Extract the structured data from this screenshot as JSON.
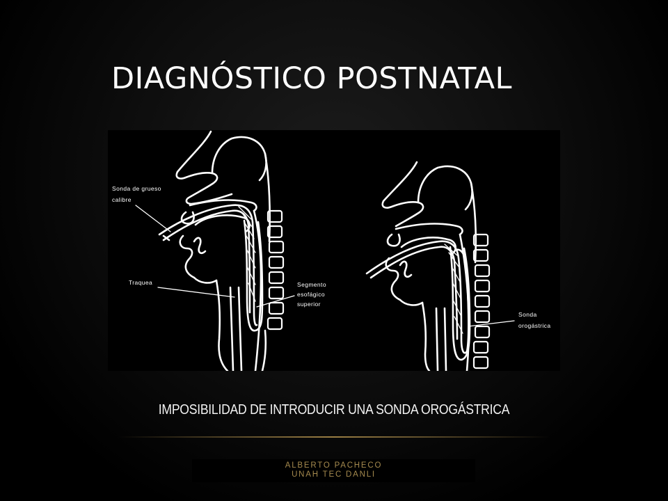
{
  "slide": {
    "title": "DIAGNÓSTICO POSTNATAL",
    "subtitle": "IMPOSIBILIDAD DE INTRODUCIR UNA SONDA OROGÁSTRICA"
  },
  "figure": {
    "left_diagram": {
      "label_sonda": [
        "Sonda de grueso",
        "calibre"
      ],
      "label_traquea": "Traquea",
      "label_segmento": [
        "Segmento",
        "esofágico",
        "superior"
      ]
    },
    "right_diagram": {
      "label_sonda": [
        "Sonda",
        "orogástrica"
      ]
    }
  },
  "footer": {
    "line1": "ALBERTO PACHECO",
    "line2": "UNAH TEC DANLI"
  },
  "colors": {
    "title": "#ffffff",
    "footer_text": "#a58a4e",
    "divider": "#9b7f44"
  }
}
